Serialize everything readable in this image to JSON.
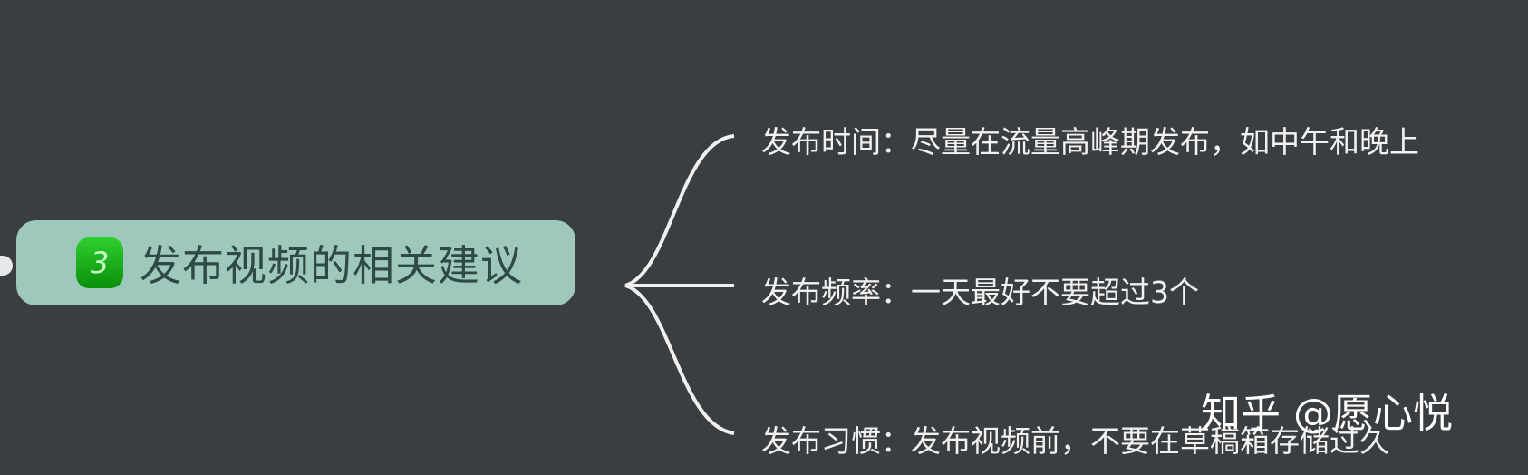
{
  "central_node": {
    "badge": "3",
    "label": "发布视频的相关建议"
  },
  "branches": [
    {
      "label": "发布时间：尽量在流量高峰期发布，如中午和晚上"
    },
    {
      "label": "发布频率：一天最好不要超过3个"
    },
    {
      "label": "发布习惯：发布视频前，不要在草稿箱存储过久"
    }
  ],
  "watermark": "知乎 @愿心悦",
  "colors": {
    "background": "#3b3e40",
    "central_node": "#9fc8bc",
    "badge": "#1fb31f",
    "text": "#f2f2f2"
  }
}
